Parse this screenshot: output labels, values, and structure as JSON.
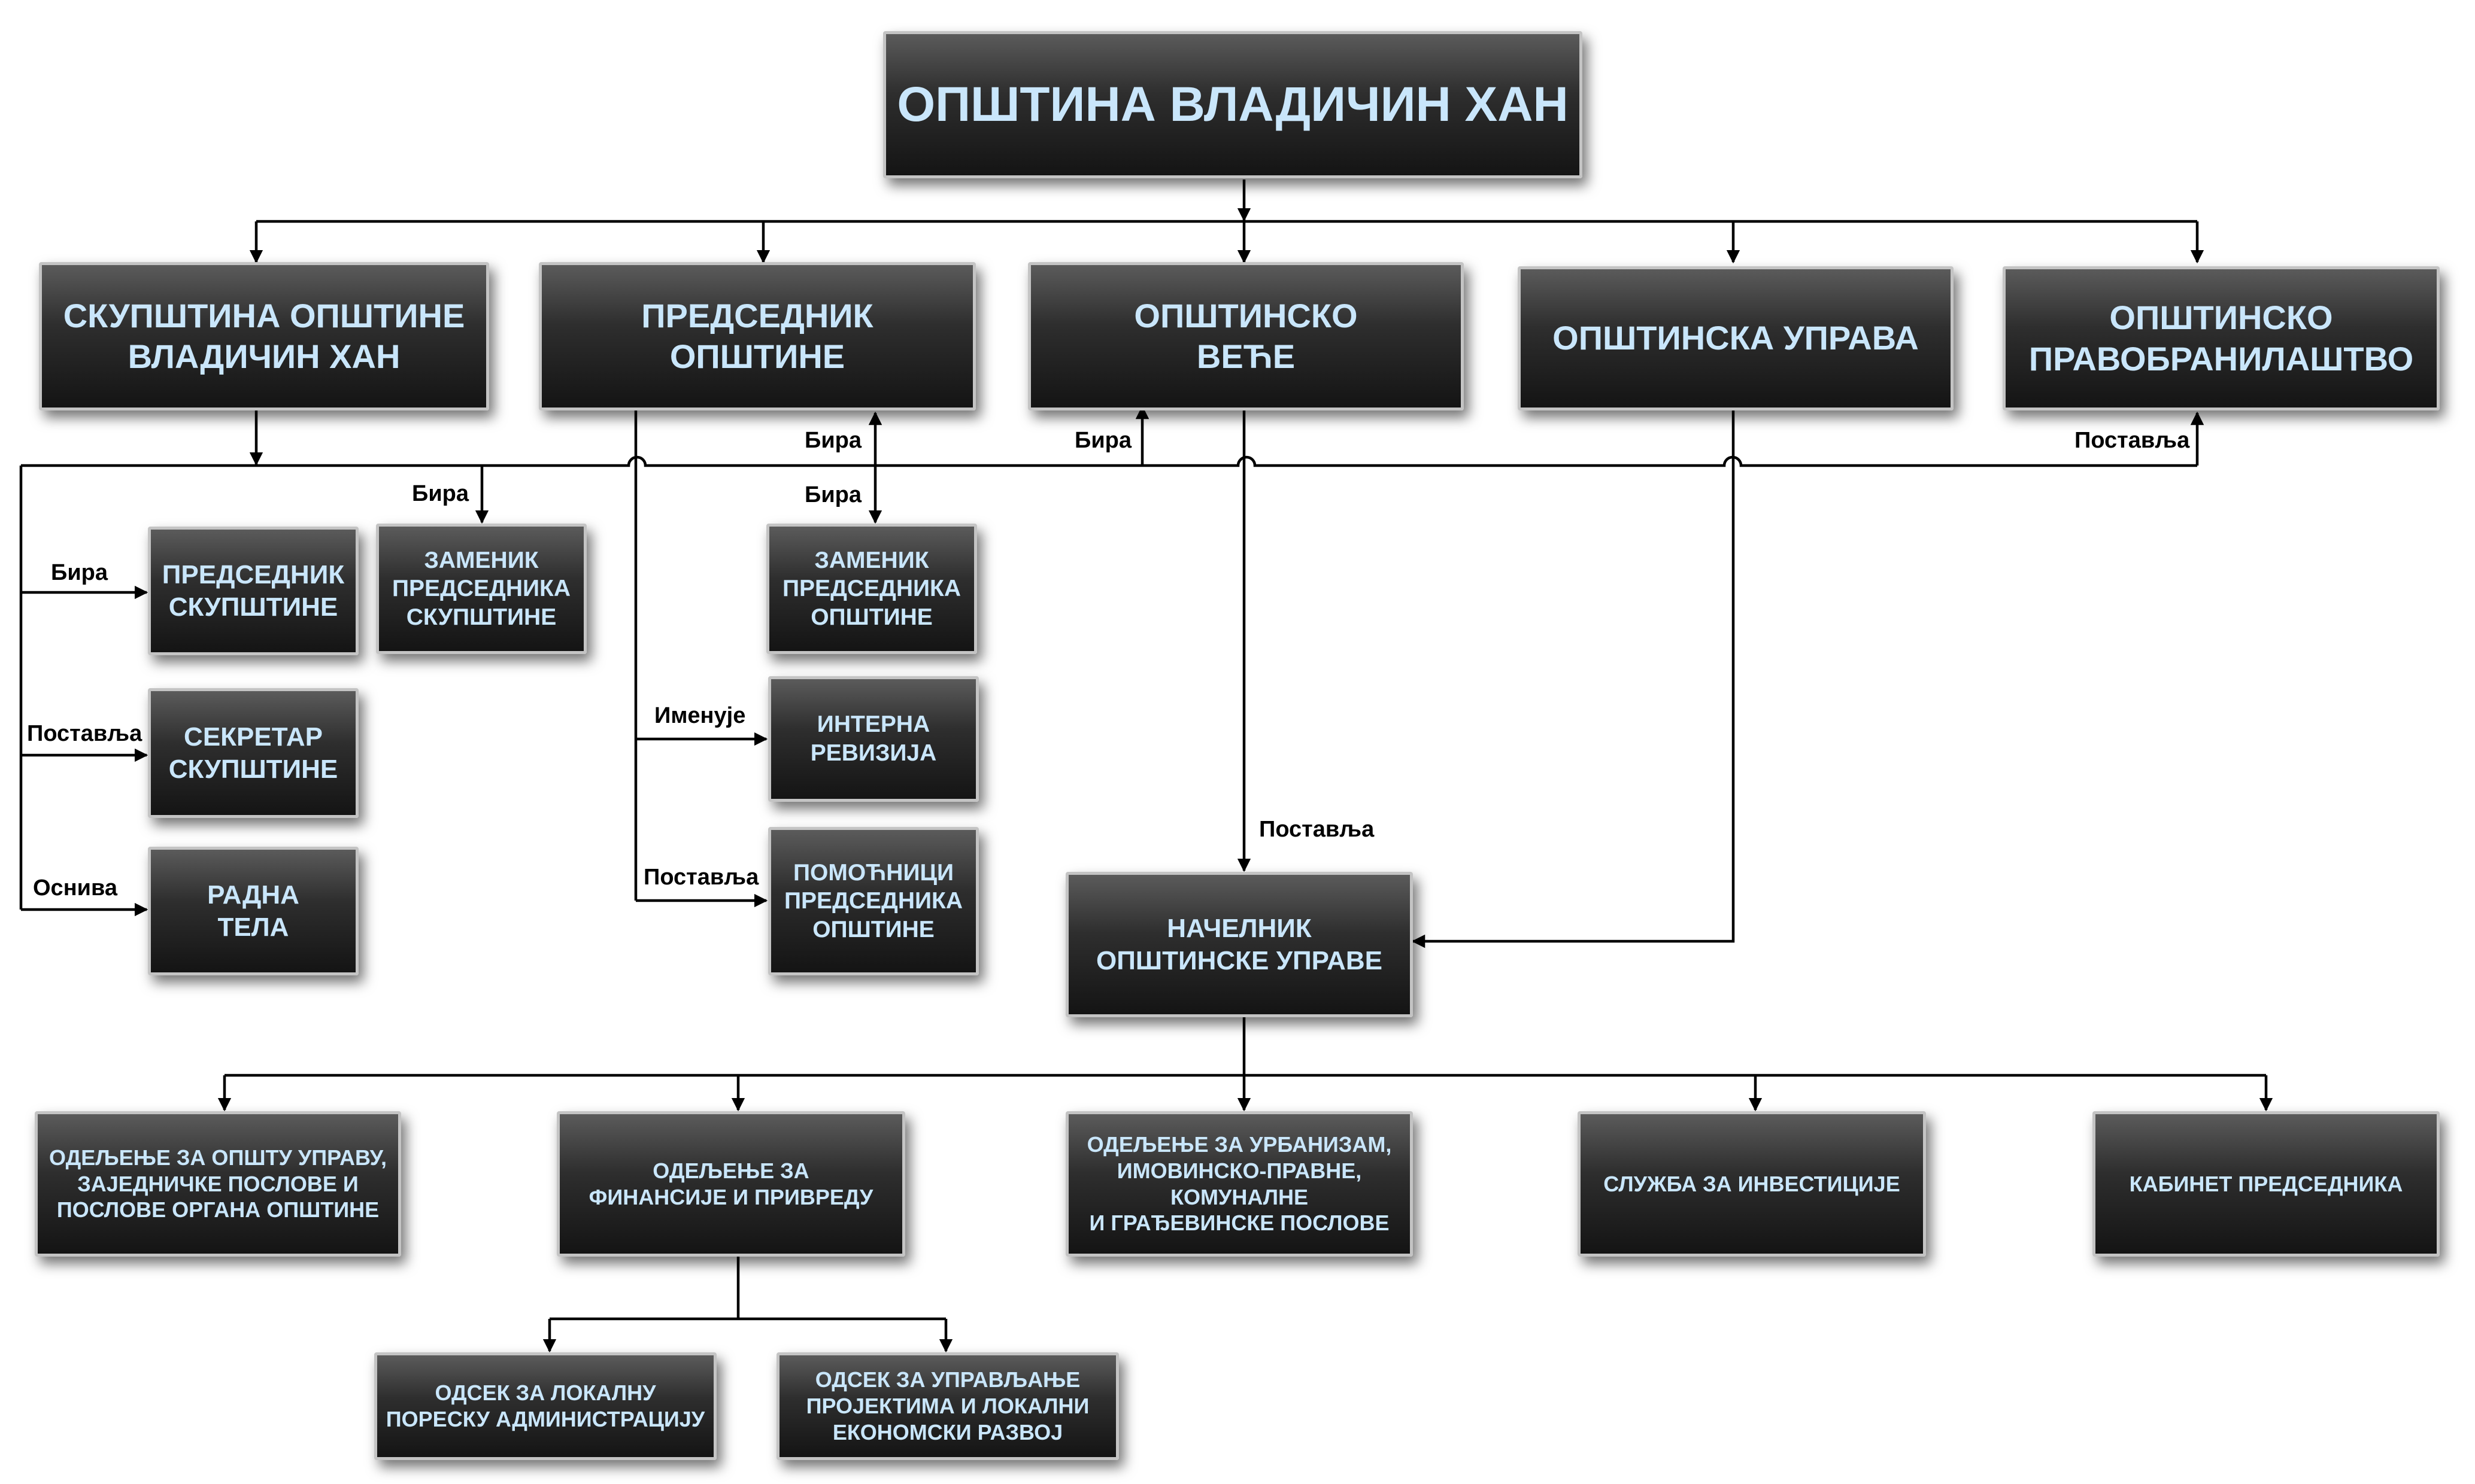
{
  "nodes": {
    "municipality": "ОПШТИНА ВЛАДИЧИН ХАН",
    "assembly": "СКУПШТИНА ОПШТИНЕ\nВЛАДИЧИН ХАН",
    "president": "ПРЕДСЕДНИК\nОПШТИНЕ",
    "council": "ОПШТИНСКО\nВЕЋЕ",
    "administration": "ОПШТИНСКА УПРАВА",
    "attorney": "ОПШТИНСКО\nПРАВОБРАНИЛАШТВО",
    "assembly_president": "ПРЕДСЕДНИК\nСКУПШТИНЕ",
    "assembly_deputy": "ЗАМЕНИК\nПРЕДСЕДНИКА\nСКУПШТИНЕ",
    "assembly_secretary": "СЕКРЕТАР\nСКУПШТИНЕ",
    "working_bodies": "РАДНА\nТЕЛА",
    "deputy_president": "ЗАМЕНИК\nПРЕДСЕДНИКА\nОПШТИНЕ",
    "internal_audit": "ИНТЕРНА\nРЕВИЗИЈА",
    "assistants": "ПОМОЋНИЦИ\nПРЕДСЕДНИКА\nОПШТИНЕ",
    "admin_head": "НАЧЕЛНИК\nОПШТИНСКЕ УПРАВЕ",
    "dept_general": "ОДЕЉЕЊЕ ЗА ОПШТУ УПРАВУ,\nЗАЈЕДНИЧКЕ ПОСЛОВЕ И\nПОСЛОВЕ ОРГАНА ОПШТИНЕ",
    "dept_finance": "ОДЕЉЕЊЕ ЗА\nФИНАНСИЈЕ И ПРИВРЕДУ",
    "dept_urban": "ОДЕЉЕЊЕ ЗА УРБАНИЗАМ,\nИМОВИНСКО-ПРАВНЕ,\nКОМУНАЛНЕ\nИ ГРАЂЕВИНСКЕ ПОСЛОВЕ",
    "service_investment": "СЛУЖБА ЗА ИНВЕСТИЦИЈЕ",
    "cabinet": "КАБИНЕТ ПРЕДСЕДНИКА",
    "section_tax": "ОДСЕК ЗА ЛОКАЛНУ\nПОРЕСКУ АДМИНИСТРАЦИЈУ",
    "section_projects": "ОДСЕК ЗА УПРАВЉАЊЕ\nПРОЈЕКТИМА И ЛОКАЛНИ\nЕКОНОМСКИ РАЗВОЈ"
  },
  "labels": {
    "bira": "Бира",
    "postavlja": "Поставља",
    "osniva": "Оснива",
    "imenuje": "Именује"
  }
}
